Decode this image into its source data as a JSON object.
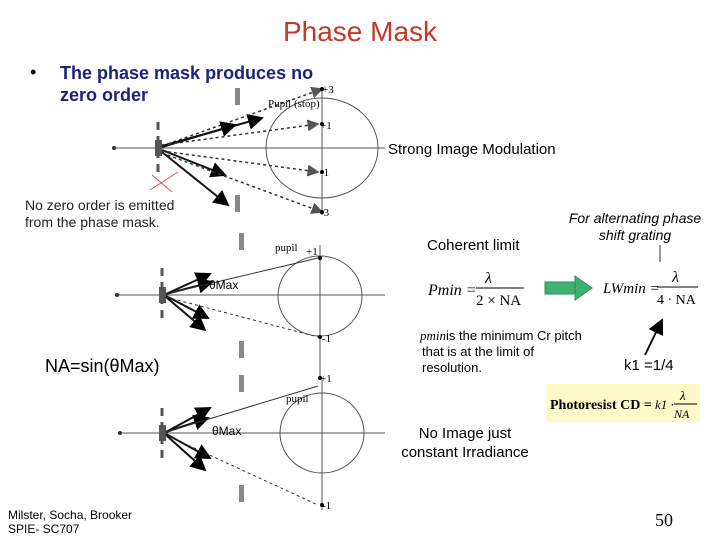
{
  "slide": {
    "title": "Phase Mask",
    "bullet_marker": "•",
    "bullet_text": "The phase mask produces no zero order",
    "no_zero_note": "No zero order is emitted from the phase mask.",
    "strong_modulation": "Strong Image Modulation",
    "coherent_limit": "Coherent limit",
    "alternating_note": "For alternating phase shift grating",
    "na_formula": "NA=sin(θMax)",
    "pmin_desc": "is the minimum Cr pitch that is at the limit of resolution.",
    "pmin_symbol": "pmin",
    "k1_value": "k1 =1/4",
    "no_image": "No Image just constant Irradiance",
    "credits": "Milster, Socha, Brooker SPIE- SC707",
    "page_number": "50"
  },
  "diagram1": {
    "pupil_label": "Pupil (stop)",
    "orders": [
      "+3",
      "+1",
      "-1",
      "-3"
    ]
  },
  "diagram2": {
    "pupil_label": "pupil",
    "theta_label": "θMax",
    "orders": [
      "+1",
      "-1"
    ]
  },
  "diagram3": {
    "pupil_label": "pupil",
    "theta_label": "θMax",
    "orders": [
      "+1",
      "-1"
    ]
  },
  "formulas": {
    "pmin_lhs": "Pmin =",
    "lambda": "λ",
    "two_na": "2 × NA",
    "lw_lhs": "LWmin =",
    "four_na": "4 · NA",
    "photoresist_lhs": "Photoresist CD =",
    "k1": "k1 ·",
    "na": "NA"
  },
  "colors": {
    "title": "#c0392b",
    "bullet_text": "#1a237e",
    "arrow_green": "#3cb371",
    "highlight": "#fff8c8",
    "red_line": "#e05050"
  }
}
